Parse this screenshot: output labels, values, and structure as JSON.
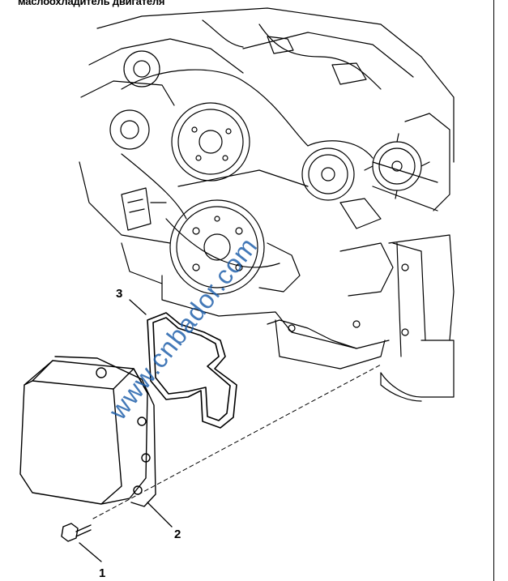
{
  "document": {
    "title": "маслоохладитель двигателя"
  },
  "callouts": [
    {
      "label": "1"
    },
    {
      "label": "2"
    },
    {
      "label": "3"
    }
  ],
  "watermark": {
    "text": "www.cnbador.com",
    "color": "#1a5ca8"
  }
}
